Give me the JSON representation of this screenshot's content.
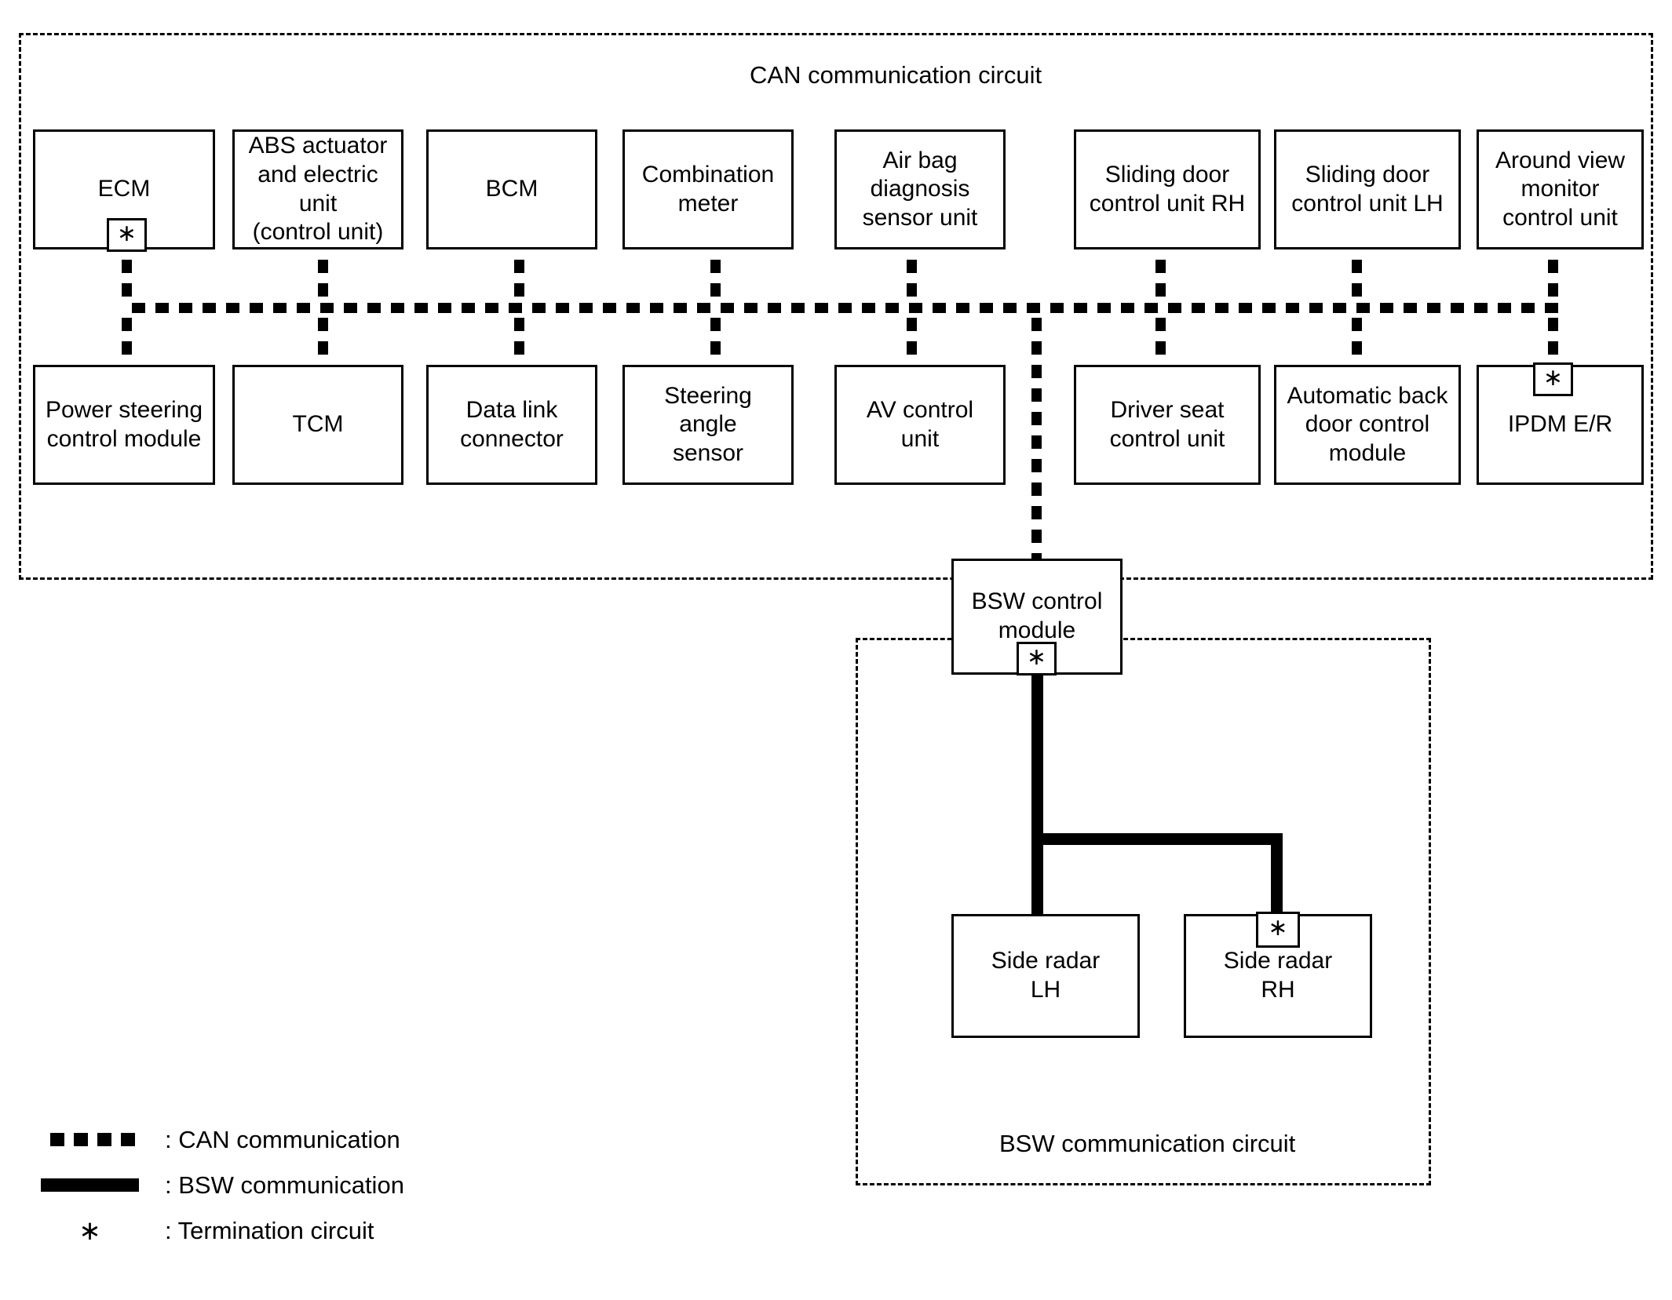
{
  "diagram": {
    "title": "CAN communication circuit",
    "can_circuit_label": "CAN communication circuit",
    "bsw_circuit_label": "BSW communication circuit"
  },
  "can_circuit": {
    "label": "CAN communication circuit",
    "top_row": [
      {
        "name": "ECM",
        "label": "ECM",
        "termination": true,
        "termination_marker": "∗"
      },
      {
        "name": "ABS actuator and electric unit (control unit)",
        "label": "ABS actuator\nand electric unit\n(control unit)",
        "termination": false
      },
      {
        "name": "BCM",
        "label": "BCM",
        "termination": false
      },
      {
        "name": "Combination meter",
        "label": "Combination\nmeter",
        "termination": false
      },
      {
        "name": "Air bag diagnosis sensor unit",
        "label": "Air bag\ndiagnosis\nsensor unit",
        "termination": false
      },
      {
        "name": "Sliding door control unit RH",
        "label": "Sliding door\ncontrol unit RH",
        "termination": false
      },
      {
        "name": "Sliding door control unit LH",
        "label": "Sliding door\ncontrol unit LH",
        "termination": false
      },
      {
        "name": "Around view monitor control unit",
        "label": "Around view\nmonitor\ncontrol unit",
        "termination": false
      }
    ],
    "bottom_row": [
      {
        "name": "Power steering control module",
        "label": "Power steering\ncontrol module",
        "termination": false
      },
      {
        "name": "TCM",
        "label": "TCM",
        "termination": false
      },
      {
        "name": "Data link connector",
        "label": "Data link\nconnector",
        "termination": false
      },
      {
        "name": "Steering angle sensor",
        "label": "Steering\nangle\nsensor",
        "termination": false
      },
      {
        "name": "AV control unit",
        "label": "AV control\nunit",
        "termination": false
      },
      {
        "name": "Driver seat control unit",
        "label": "Driver seat\ncontrol unit",
        "termination": false
      },
      {
        "name": "Automatic back door control module",
        "label": "Automatic back\ndoor control\nmodule",
        "termination": false
      },
      {
        "name": "IPDM E/R",
        "label": "IPDM E/R",
        "termination": true,
        "termination_marker": "∗"
      }
    ]
  },
  "bsw_circuit": {
    "label": "BSW communication circuit",
    "control_module": {
      "name": "BSW control module",
      "label": "BSW control\nmodule",
      "termination": true,
      "termination_marker": "∗"
    },
    "radars": [
      {
        "name": "Side radar LH",
        "label": "Side radar\nLH",
        "termination": false
      },
      {
        "name": "Side radar RH",
        "label": "Side radar\nRH",
        "termination": true,
        "termination_marker": "∗"
      }
    ]
  },
  "legend": {
    "items": [
      {
        "swatch": "can-dashed-bar",
        "text": ": CAN communication"
      },
      {
        "swatch": "bsw-solid-bar",
        "text": ": BSW communication"
      },
      {
        "swatch": "asterisk",
        "marker": "∗",
        "text": ": Termination circuit"
      }
    ]
  },
  "colors": {
    "line": "#000000",
    "background": "#ffffff"
  }
}
